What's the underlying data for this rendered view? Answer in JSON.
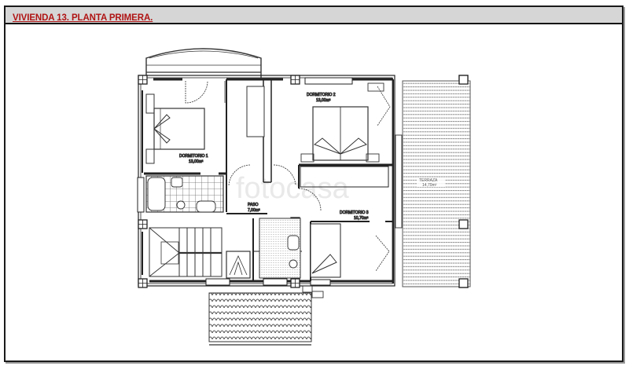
{
  "header": {
    "title": "VIVIENDA 13. PLANTA PRIMERA."
  },
  "plan": {
    "rooms": [
      {
        "id": "dormitorio-1",
        "label": "DORMITORIO 1",
        "area": "13,00m²"
      },
      {
        "id": "dormitorio-2",
        "label": "DORMITORIO 2",
        "area": "13,00m²"
      },
      {
        "id": "dormitorio-3",
        "label": "DORMITORIO 3",
        "area": "10,70m²"
      },
      {
        "id": "paso",
        "label": "PASO",
        "area": "7,00m²"
      },
      {
        "id": "terraza",
        "label": "TERRAZA",
        "area": "14,70m²"
      }
    ],
    "watermark": "fotocasa"
  },
  "colors": {
    "title": "#b01414",
    "header_bg": "#d6d6d6",
    "line": "#333333"
  }
}
